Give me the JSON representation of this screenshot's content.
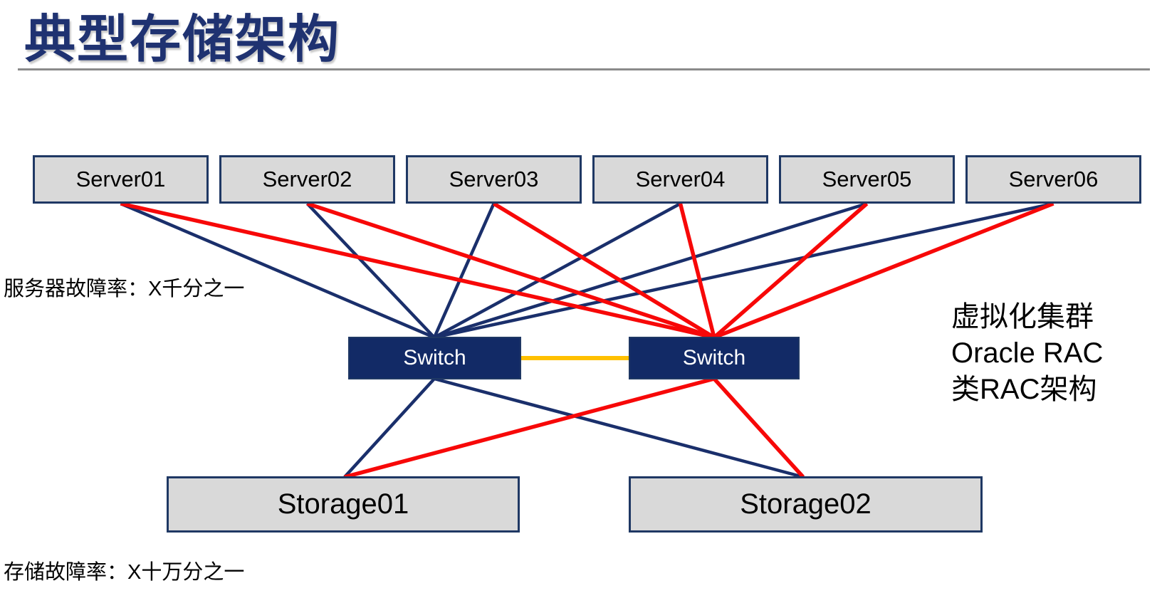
{
  "title": "典型存储架构",
  "servers": [
    {
      "label": "Server01"
    },
    {
      "label": "Server02"
    },
    {
      "label": "Server03"
    },
    {
      "label": "Server04"
    },
    {
      "label": "Server05"
    },
    {
      "label": "Server06"
    }
  ],
  "switches": [
    {
      "label": "Switch"
    },
    {
      "label": "Switch"
    }
  ],
  "storages": [
    {
      "label": "Storage01"
    },
    {
      "label": "Storage02"
    }
  ],
  "annotations": {
    "server_failure_rate": "服务器故障率：X千分之一",
    "storage_failure_rate": "存储故障率：X十万分之一",
    "note_lines": [
      "虚拟化集群",
      "Oracle RAC",
      "类RAC架构"
    ]
  },
  "colors": {
    "navy": "#1F3864",
    "title": "#1F3271",
    "switch_fill": "#122A66",
    "box_fill": "#D9D9D9",
    "line_blue": "#1A2F6B",
    "line_red": "#F70808",
    "line_yellow": "#FFC000",
    "divider": "#8A8A8A",
    "text": "#000000"
  }
}
